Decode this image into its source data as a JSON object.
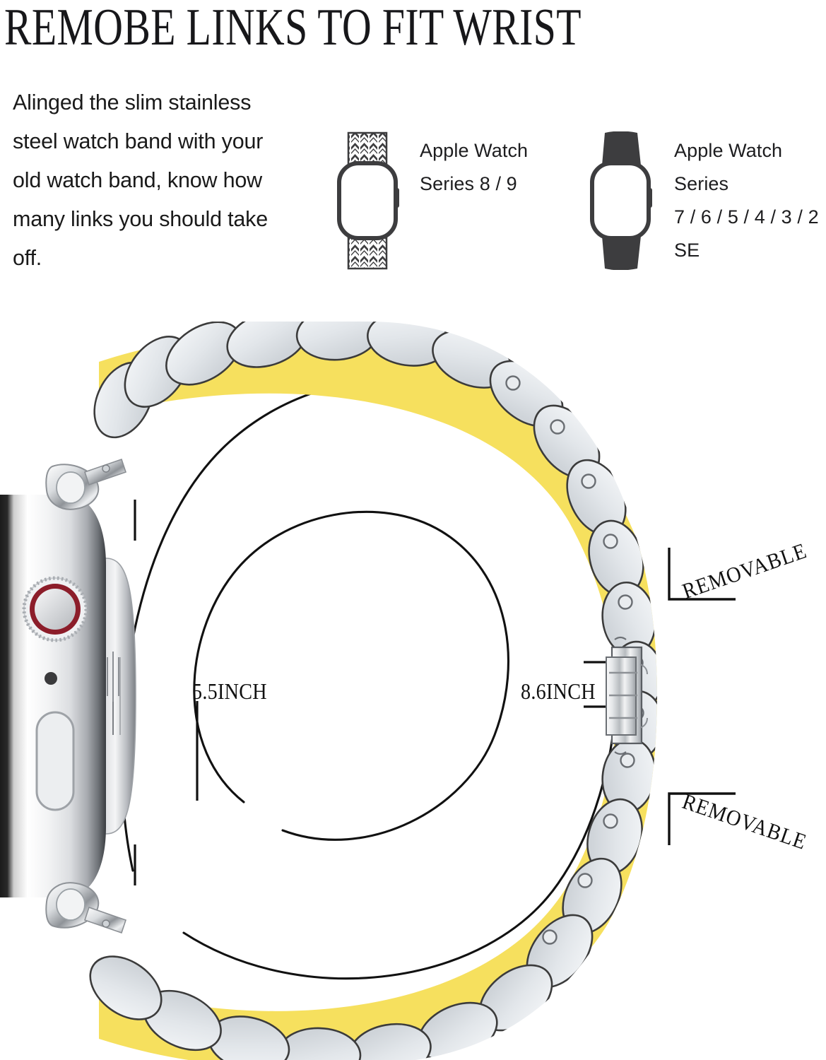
{
  "header": {
    "title": "REMOBE LINKS TO FIT WRIST"
  },
  "description": {
    "text": "Alinged the slim stainless steel watch band with your old watch band, know how many links you should take off."
  },
  "compatibility": [
    {
      "icon": "apple-watch-braided-band-icon",
      "label": "Apple Watch\nSeries 8 / 9"
    },
    {
      "icon": "apple-watch-sport-band-icon",
      "label": "Apple Watch\nSeries\n7 / 6 / 5 / 4 / 3 / 2\nSE"
    }
  ],
  "diagram": {
    "inner_size_label": "5.5INCH",
    "outer_size_label": "8.6INCH",
    "removable_top_label": "REMOVABLE",
    "removable_bottom_label": "REMOVABLE",
    "product": {
      "watch_case_finish": "silver",
      "crown_ring_color": "#8c1d2a",
      "band_link_color": "#e3e7ec",
      "band_accent_color": "#f6e05e",
      "band_outline_color": "#3b3b3b"
    }
  },
  "colors": {
    "background": "#ffffff",
    "text": "#1a1a1a",
    "line": "#111111",
    "gold": "#f6e05e",
    "silver": "#e3e7ec",
    "crown_red": "#8c1d2a"
  }
}
